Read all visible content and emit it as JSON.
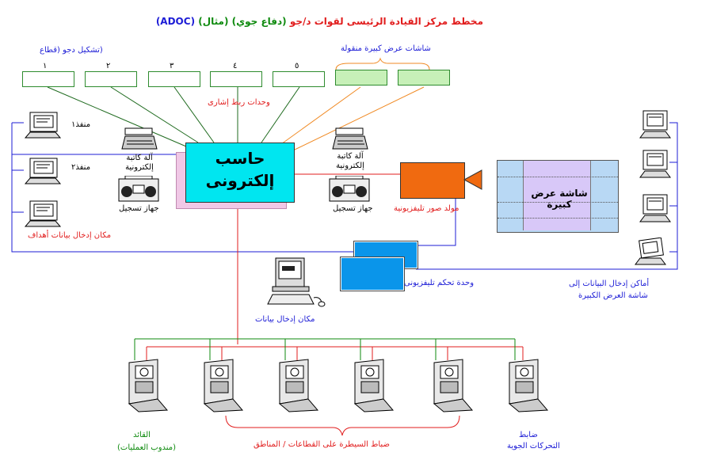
{
  "title": {
    "main": "مخطط مركز القيادة الرئيسى لقوات د/جو",
    "sub": "(دفاع جوي) (مثال)",
    "code": "(ADOC)"
  },
  "colors": {
    "red": "#e11d1d",
    "blue": "#1c1cd6",
    "green": "#0e8a0e",
    "orange": "#f08a24",
    "dark_green": "#1f6b1f",
    "cyan": "#00e6f0",
    "orange_fill": "#f06a10",
    "light_blue": "#b8d8f4",
    "lavender": "#d8c8f8",
    "screen_blue": "#0a95ea"
  },
  "top_units": {
    "caption": "(تشكيل دجو (قطاع",
    "labels": [
      "١",
      "٢",
      "٣",
      "٤",
      "٥"
    ],
    "signal_label": "وحدات ربط إشارى",
    "big_screens_label": "شاشات عرض كبيرة منقولة"
  },
  "computer": {
    "line1": "حاسب",
    "line2": "إلكترونى"
  },
  "left_side": {
    "terminal1": "منفذ١",
    "terminal2": "منفذ٢",
    "typewriter": "آلة كاتبة إلكترونية",
    "recorder": "جهاز تسجيل",
    "target_entry": "مكان إدخال بيانات أهداف"
  },
  "right_side": {
    "typewriter": "آلة كاتبة إلكترونية",
    "recorder": "جهاز تسجيل",
    "tv_generator": "مولد صور تليفزيونية",
    "big_screen": "شاشة عرض كبيرة",
    "data_entry_places": "أماكن إدخال البيانات إلى",
    "data_entry_places2": "شاشة العرض الكبيرة"
  },
  "middle": {
    "tv_control": "وحدة تحكم تليفزيونى",
    "data_entry": "مكان إدخال بيانات"
  },
  "bottom": {
    "commander": "القائد",
    "commander_sub": "(مندوب العمليات)",
    "sector_officers": "ضباط السيطرة على القطاعات / المناطق",
    "air_movement": "ضابط",
    "air_movement2": "التحركات الجوية"
  },
  "icons": [
    "computer-terminal-icon",
    "typewriter-icon",
    "tape-recorder-icon",
    "tv-camera-icon",
    "console-icon",
    "desktop-computer-icon"
  ]
}
